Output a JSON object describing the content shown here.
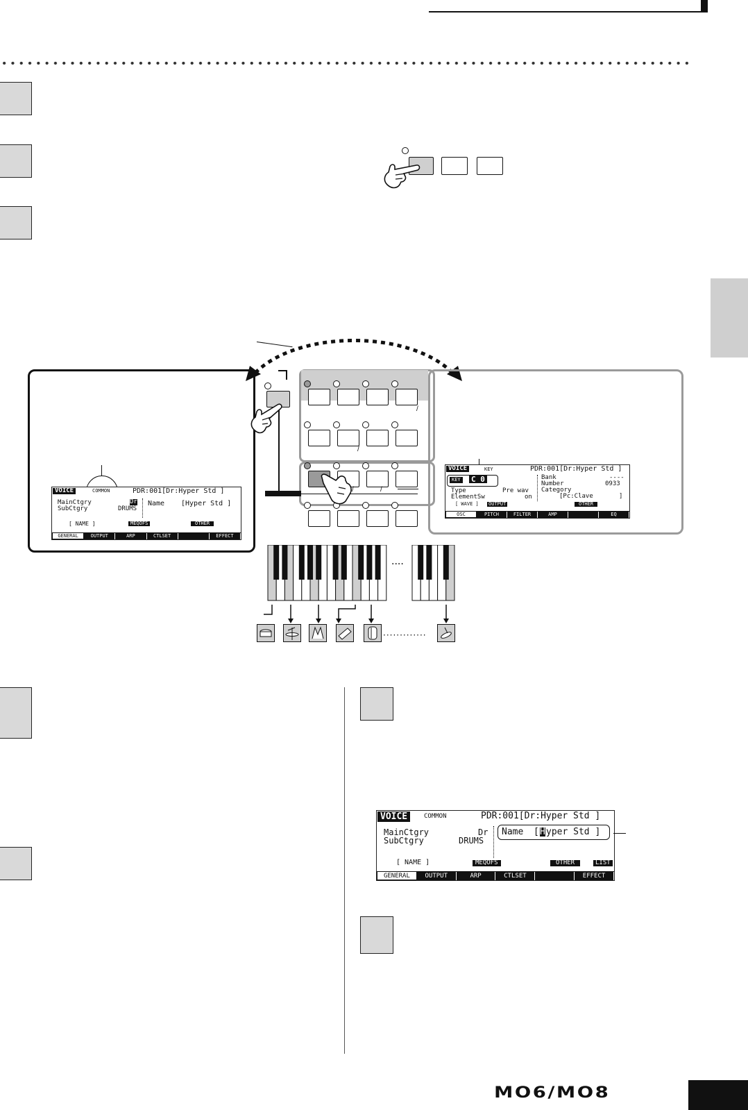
{
  "footer": {
    "model_logo": "MO6/MO8"
  },
  "lcd_key": {
    "voice_tab": "VOICE",
    "mode_label": "KEY",
    "header_value": "PDR:001[Dr:Hyper Std ]",
    "key_badge": "KEY",
    "key_value": "C 0",
    "type_label": "Type",
    "type_value": "Pre wav",
    "element_sw_label": "ElementSw",
    "element_sw_value": "on",
    "bank_label": "Bank",
    "bank_value": "----",
    "number_label": "Number",
    "number_value": "0933",
    "category_label": "Category",
    "category_value": "[Pc:Clave",
    "category_close": "]",
    "wave_label": "[ WAVE ]",
    "output_label": "OUTPUT",
    "other_label": "OTHER",
    "tabs": [
      "OSC",
      "PITCH",
      "FILTER",
      "AMP",
      "",
      "EQ"
    ]
  },
  "lcd_common_small": {
    "voice_tab": "VOICE",
    "mode_label": "COMMON",
    "header_value": "PDR:001[Dr:Hyper Std ]",
    "main_label": "MainCtgry",
    "main_value": "Dr",
    "sub_label": "SubCtgry",
    "sub_value": "DRUMS",
    "name_label": "Name",
    "name_value": "[Hyper Std ]",
    "name_menu": "[ NAME ]",
    "memofs": "MEQOFS",
    "other": "OTHER",
    "tabs": [
      "GENERAL",
      "OUTPUT",
      "ARP",
      "CTLSET",
      "",
      "EFFECT"
    ]
  },
  "lcd_common_large": {
    "voice_tab": "VOICE",
    "mode_label": "COMMON",
    "header_value": "PDR:001[Dr:Hyper Std ]",
    "main_label": "MainCtgry",
    "main_value": "Dr",
    "sub_label": "SubCtgry",
    "sub_value": "DRUMS",
    "name_label": "Name",
    "name_open": "[",
    "name_cursor": "H",
    "name_rest": "yper Std ]",
    "name_menu": "[ NAME ]",
    "memofs": "MEQOFS",
    "other": "OTHER",
    "list": "LIST",
    "tabs": [
      "GENERAL",
      "OUTPUT",
      "ARP",
      "CTLSET",
      "",
      "EFFECT"
    ]
  }
}
